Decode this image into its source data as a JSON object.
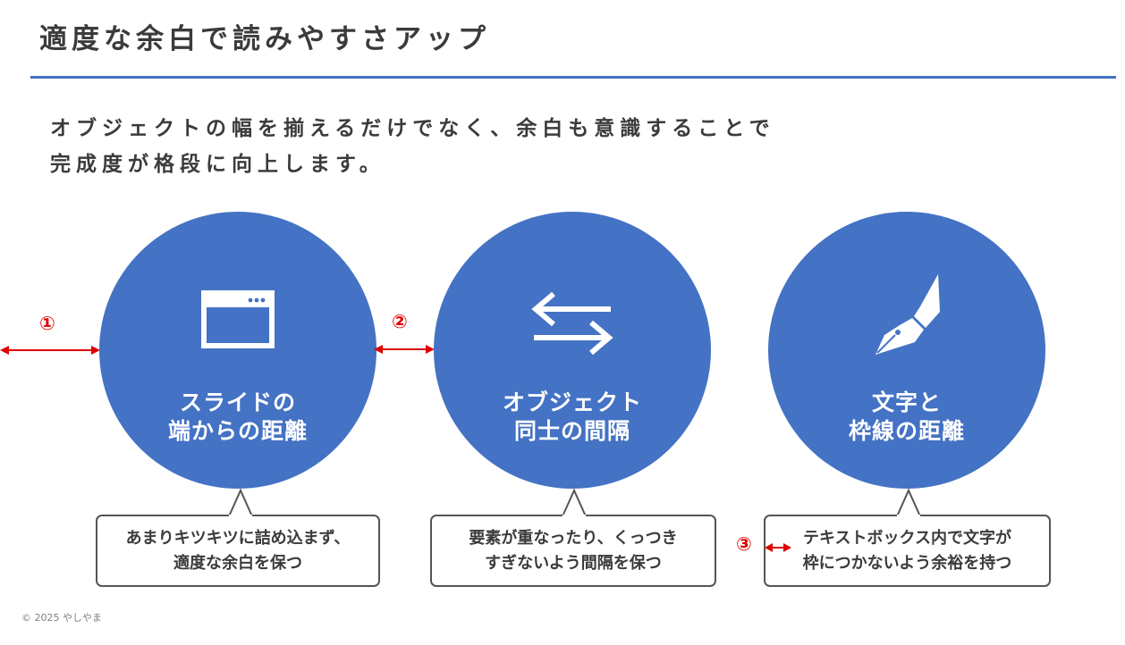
{
  "slide": {
    "title": "適度な余白で読みやすさアップ",
    "lead_line1": "オブジェクトの幅を揃えるだけでなく、余白も意識することで",
    "lead_line2": "完成度が格段に向上します。"
  },
  "items": [
    {
      "icon": "browser-window-icon",
      "label_line1": "スライドの",
      "label_line2": "端からの距離",
      "note_line1": "あまりキツキツに詰め込まず、",
      "note_line2": "適度な余白を保つ",
      "marker": "①"
    },
    {
      "icon": "swap-arrows-icon",
      "label_line1": "オブジェクト",
      "label_line2": "同士の間隔",
      "note_line1": "要素が重なったり、くっつき",
      "note_line2": "すぎないよう間隔を保つ",
      "marker": "②"
    },
    {
      "icon": "fountain-pen-icon",
      "label_line1": "文字と",
      "label_line2": "枠線の距離",
      "note_line1": "テキストボックス内で文字が",
      "note_line2": "枠につかないよう余裕を持つ",
      "marker": "③"
    }
  ],
  "colors": {
    "accent": "#4472c4",
    "marker": "#e00000",
    "text": "#3b3b3b"
  },
  "footer": {
    "copyright": "© 2025 やしやま"
  }
}
